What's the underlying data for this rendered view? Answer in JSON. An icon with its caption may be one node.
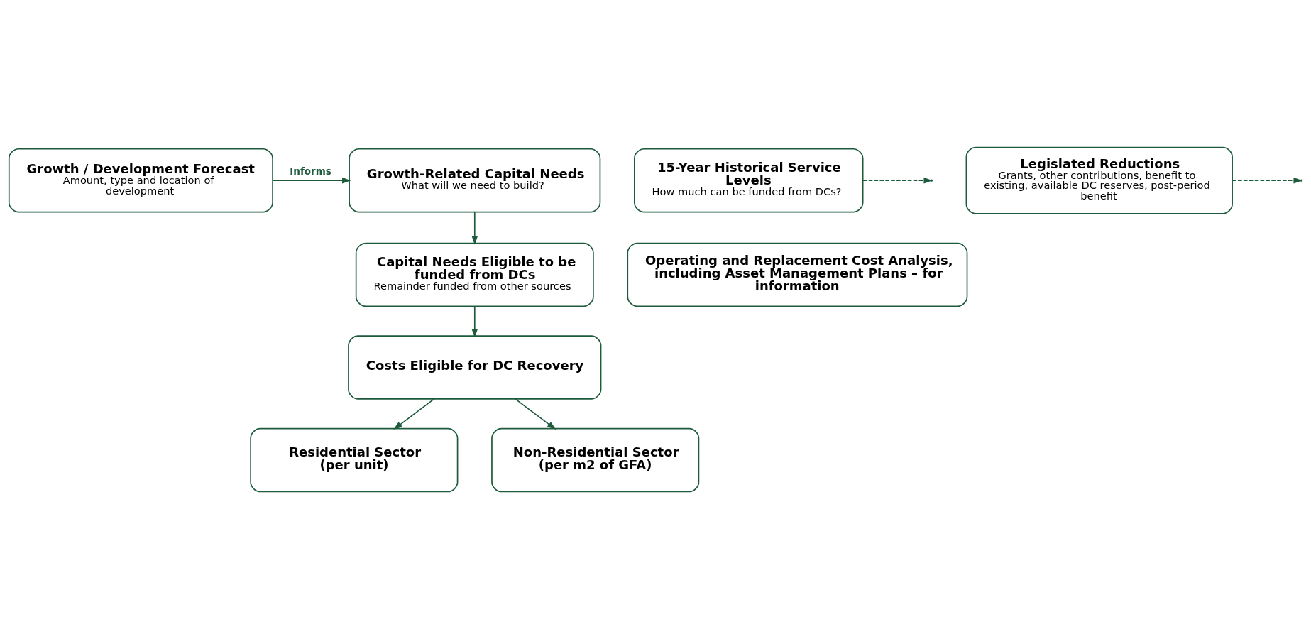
{
  "diagram": {
    "nodes": [
      {
        "text": [
          "Growth / Development Forecast",
          "Amount, type and location of development"
        ]
      },
      {
        "text": [
          "Growth-Related Capital Needs",
          "What will we need to build?"
        ]
      },
      {
        "text": [
          "15-Year Historical Service Levels",
          "How much can be funded from DCs?"
        ]
      },
      {
        "text": [
          "Operating and Replacement Cost Analysis, including Asset Management Plans – for information"
        ]
      },
      {
        "text": [
          "Capital Needs Eligible to be funded from DCs",
          "Remainder funded from other sources"
        ]
      },
      {
        "text": [
          "Legislated Reductions",
          "Grants, other contributions, benefit to existing, available DC reserves, post-period benefit"
        ]
      },
      {
        "text": [
          "Costs Eligible for DC Recovery"
        ]
      },
      {
        "text": [
          "Residential Sector (per unit)"
        ]
      },
      {
        "text": [
          "Non-Residential Sector (per m2 of GFA)"
        ]
      }
    ],
    "edges": [
      {
        "from": 0,
        "to": 1,
        "arrow": "to",
        "label": "Informs"
      },
      {
        "from": 1,
        "to": 4,
        "arrow": "to"
      },
      {
        "from": 2,
        "to": null,
        "arrow": "to",
        "style": "dashed"
      },
      {
        "from": 4,
        "to": 6,
        "arrow": "to"
      },
      {
        "from": 5,
        "to": null,
        "arrow": "to",
        "style": "dashed"
      },
      {
        "from": 6,
        "to": 7,
        "arrow": "to"
      },
      {
        "from": 6,
        "to": 8,
        "arrow": "to"
      }
    ]
  }
}
